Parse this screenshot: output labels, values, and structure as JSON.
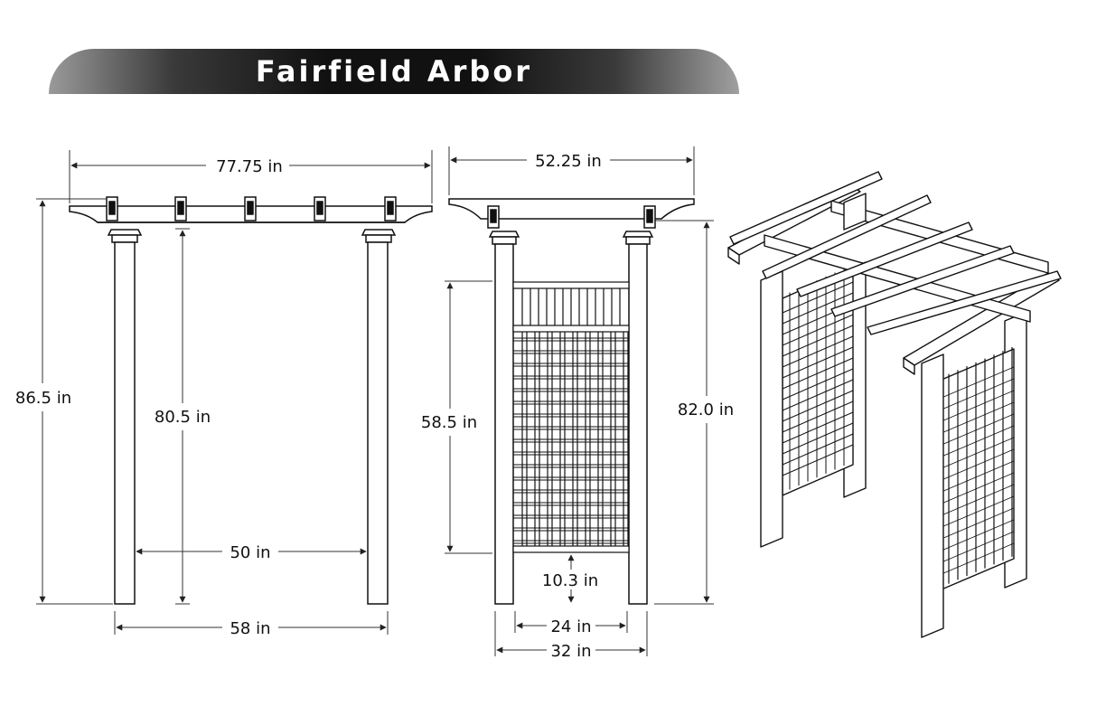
{
  "title": "Fairfield Arbor",
  "front_view": {
    "overall_width": "77.75 in",
    "overall_height": "86.5 in",
    "post_height": "80.5 in",
    "inner_span": "50 in",
    "outer_span": "58 in"
  },
  "side_view": {
    "overall_depth": "52.25 in",
    "overall_height": "82.0 in",
    "panel_height": "58.5 in",
    "ground_clearance": "10.3 in",
    "inner_depth": "24 in",
    "outer_depth": "32 in"
  }
}
